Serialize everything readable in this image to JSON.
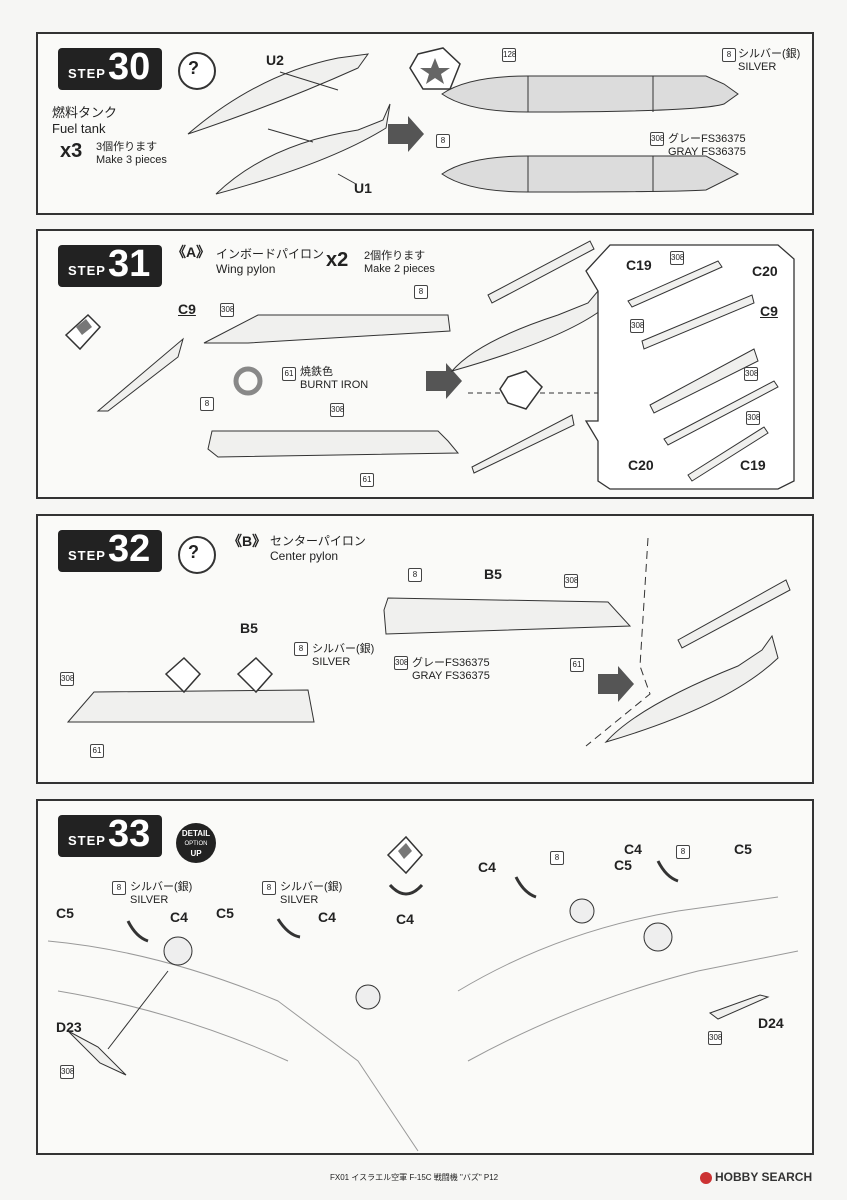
{
  "steps": [
    {
      "number": "30",
      "step_label": "STEP",
      "title_jp": "燃料タンク",
      "title_en": "Fuel tank",
      "qty": "x3",
      "qty_jp": "3個作ります",
      "qty_en": "Make 3 pieces",
      "parts": {
        "u2": "U2",
        "u1": "U1"
      },
      "callouts": {
        "num_128": "128",
        "num_8a": "8",
        "num_8b": "8",
        "num_308": "308",
        "silver_jp": "シルバー(銀)",
        "silver_en": "SILVER",
        "gray_jp": "グレーFS36375",
        "gray_en": "GRAY FS36375"
      }
    },
    {
      "number": "31",
      "step_label": "STEP",
      "section": "《A》",
      "title_jp": "インボードパイロン",
      "title_en": "Wing pylon",
      "qty": "x2",
      "qty_jp": "2個作ります",
      "qty_en": "Make 2 pieces",
      "parts": {
        "c9a": "C9",
        "c19a": "C19",
        "c20a": "C20",
        "c9b": "C9",
        "c20b": "C20",
        "c19b": "C19"
      },
      "callouts": {
        "num_308a": "308",
        "num_8a": "8",
        "num_61a": "61",
        "burnt_jp": "焼鉄色",
        "burnt_en": "BURNT IRON",
        "num_8b": "8",
        "num_308b": "308",
        "num_61b": "61",
        "num_308c": "308",
        "num_308d": "308",
        "num_308e": "308",
        "num_308f": "308"
      }
    },
    {
      "number": "32",
      "step_label": "STEP",
      "section": "《B》",
      "title_jp": "センターパイロン",
      "title_en": "Center pylon",
      "parts": {
        "b5a": "B5",
        "b5b": "B5"
      },
      "callouts": {
        "num_8a": "8",
        "num_308a": "308",
        "num_308b": "308",
        "num_61a": "61",
        "gray_jp": "グレーFS36375",
        "gray_en": "GRAY FS36375",
        "num_308c": "308",
        "num_8b": "8",
        "silver_jp": "シルバー(銀)",
        "silver_en": "SILVER",
        "num_61b": "61"
      }
    },
    {
      "number": "33",
      "step_label": "STEP",
      "badge": {
        "line1": "DETAIL",
        "line2": "OPTION",
        "line3": "UP"
      },
      "parts": {
        "c5a": "C5",
        "c4a": "C4",
        "c5b": "C5",
        "c4b": "C4",
        "c4c": "C4",
        "d23": "D23",
        "c4d": "C4",
        "c5c": "C5",
        "c4e": "C4",
        "c5d": "C5",
        "d24": "D24"
      },
      "callouts": {
        "num_8a": "8",
        "silver_jp_a": "シルバー(銀)",
        "silver_en_a": "SILVER",
        "num_8b": "8",
        "silver_jp_b": "シルバー(銀)",
        "silver_en_b": "SILVER",
        "num_308a": "308",
        "num_8c": "8",
        "num_8d": "8",
        "num_308b": "308"
      }
    }
  ],
  "footer": {
    "text": "FX01 イスラエル空軍 F-15C 戦闘機 \"バズ\"  P12"
  },
  "watermark": {
    "text": "HOBBY SEARCH"
  },
  "colors": {
    "ink": "#222222",
    "tank": "#dcdcdc",
    "paper": "#fafaf8",
    "arrow": "#555555"
  }
}
